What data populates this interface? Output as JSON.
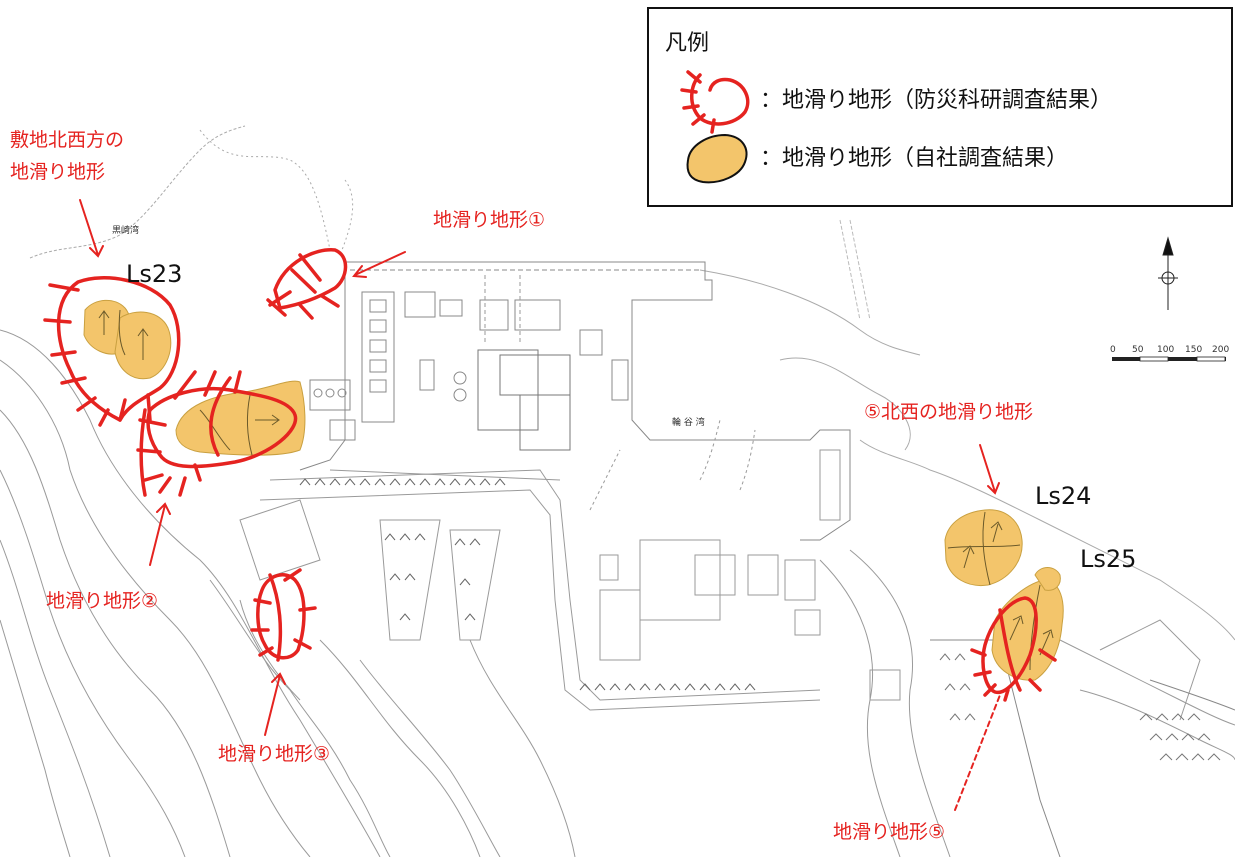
{
  "legend": {
    "title": "凡例",
    "items": [
      {
        "icon": "red-scarp-outline-icon",
        "label": "：地滑り地形（防災科研調査結果）"
      },
      {
        "icon": "orange-blob-icon",
        "label": "：地滑り地形（自社調査結果）"
      }
    ]
  },
  "labels": {
    "nw_site": [
      "敷地北西方の",
      "地滑り地形"
    ],
    "ls_1": "地滑り地形①",
    "ls_2": "地滑り地形②",
    "ls_3": "地滑り地形③",
    "ls_5": "地滑り地形⑤",
    "ls_5_nw": "⑤北西の地滑り地形",
    "Ls23": "Ls23",
    "Ls24": "Ls24",
    "Ls25": "Ls25",
    "bay_nw": "黒崎湾",
    "bay_center": "輪 谷 湾"
  },
  "scale_bar": {
    "ticks": [
      "0",
      "50",
      "100",
      "150",
      "200"
    ]
  },
  "colors": {
    "landslide_red": "#e52320",
    "landslide_fill": "#f3c56b",
    "map_line": "#9a9a9a"
  }
}
